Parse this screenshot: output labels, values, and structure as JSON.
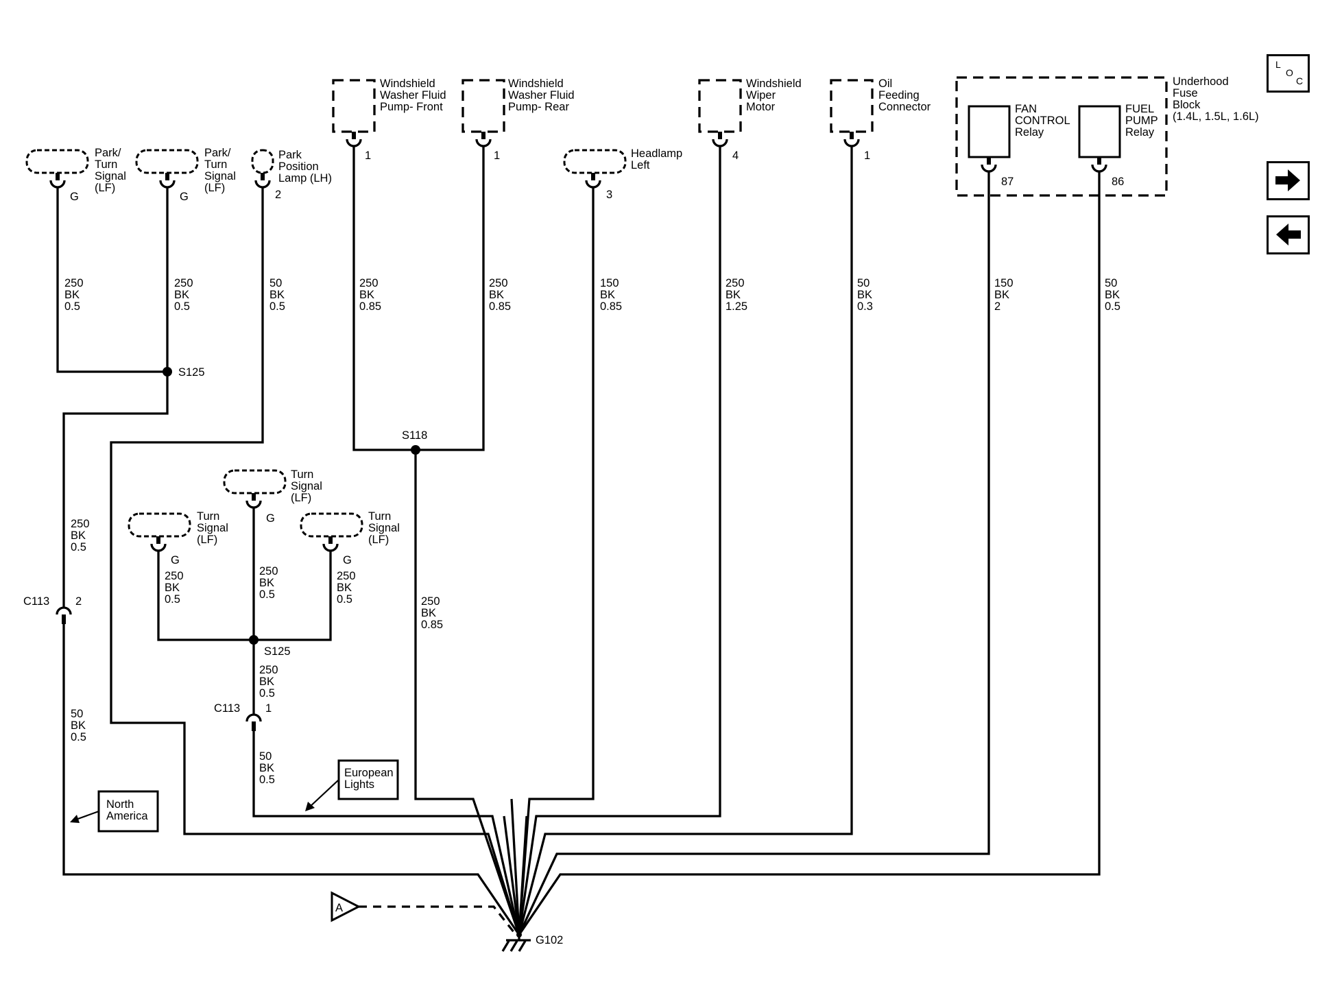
{
  "components": {
    "park_turn_1": [
      "Park/",
      "Turn",
      "Signal",
      "(LF)"
    ],
    "park_turn_2": [
      "Park/",
      "Turn",
      "Signal",
      "(LF)"
    ],
    "park_position": [
      "Park",
      "Position",
      "Lamp (LH)"
    ],
    "washer_front": [
      "Windshield",
      "Washer Fluid",
      "Pump- Front"
    ],
    "washer_rear": [
      "Windshield",
      "Washer Fluid",
      "Pump- Rear"
    ],
    "headlamp": [
      "Headlamp",
      "Left"
    ],
    "wiper": [
      "Windshield",
      "Wiper",
      "Motor"
    ],
    "oil": [
      "Oil",
      "Feeding",
      "Connector"
    ],
    "fuse_block": [
      "Underhood",
      "Fuse",
      "Block",
      "(1.4L, 1.5L, 1.6L)"
    ],
    "fan_relay": [
      "FAN",
      "CONTROL",
      "Relay"
    ],
    "fuel_relay": [
      "FUEL",
      "PUMP",
      "Relay"
    ],
    "turn_top": [
      "Turn",
      "Signal",
      "(LF)"
    ],
    "turn_left": [
      "Turn",
      "Signal",
      "(LF)"
    ],
    "turn_right": [
      "Turn",
      "Signal",
      "(LF)"
    ]
  },
  "pins": {
    "park_turn_1": "G",
    "park_turn_2": "G",
    "park_position": "2",
    "washer_front": "1",
    "washer_rear": "1",
    "headlamp": "3",
    "wiper": "4",
    "oil": "1",
    "fan_relay": "87",
    "fuel_relay": "86",
    "turn_top": "G",
    "turn_left": "G",
    "turn_right": "G"
  },
  "wires": {
    "w1": [
      "250",
      "BK",
      "0.5"
    ],
    "w2": [
      "250",
      "BK",
      "0.5"
    ],
    "w3": [
      "50",
      "BK",
      "0.5"
    ],
    "w4": [
      "250",
      "BK",
      "0.85"
    ],
    "w5": [
      "250",
      "BK",
      "0.85"
    ],
    "w6": [
      "150",
      "BK",
      "0.85"
    ],
    "w7": [
      "250",
      "BK",
      "1.25"
    ],
    "w8": [
      "50",
      "BK",
      "0.3"
    ],
    "w9": [
      "150",
      "BK",
      "2"
    ],
    "w10": [
      "50",
      "BK",
      "0.5"
    ],
    "w11": [
      "250",
      "BK",
      "0.5"
    ],
    "w12": [
      "250",
      "BK",
      "0.85"
    ],
    "w13": [
      "250",
      "BK",
      "0.5"
    ],
    "w14": [
      "250",
      "BK",
      "0.5"
    ],
    "w15": [
      "250",
      "BK",
      "0.5"
    ],
    "w16": [
      "250",
      "BK",
      "0.5"
    ],
    "w17": [
      "50",
      "BK",
      "0.5"
    ],
    "w18": [
      "50",
      "BK",
      "0.5"
    ]
  },
  "splices": {
    "s125_top": "S125",
    "s118": "S118",
    "s125_bottom": "S125"
  },
  "connectors": {
    "c113_left": "C113",
    "c113_left_pin": "2",
    "c113_mid": "C113",
    "c113_mid_pin": "1"
  },
  "ground": "G102",
  "callouts": {
    "european": [
      "European",
      "Lights"
    ],
    "north_america": [
      "North",
      "America"
    ],
    "ref_a": "A"
  },
  "nav": {
    "loc_letters": [
      "L",
      "O",
      "C"
    ],
    "next": "next-arrow-icon",
    "prev": "prev-arrow-icon"
  }
}
